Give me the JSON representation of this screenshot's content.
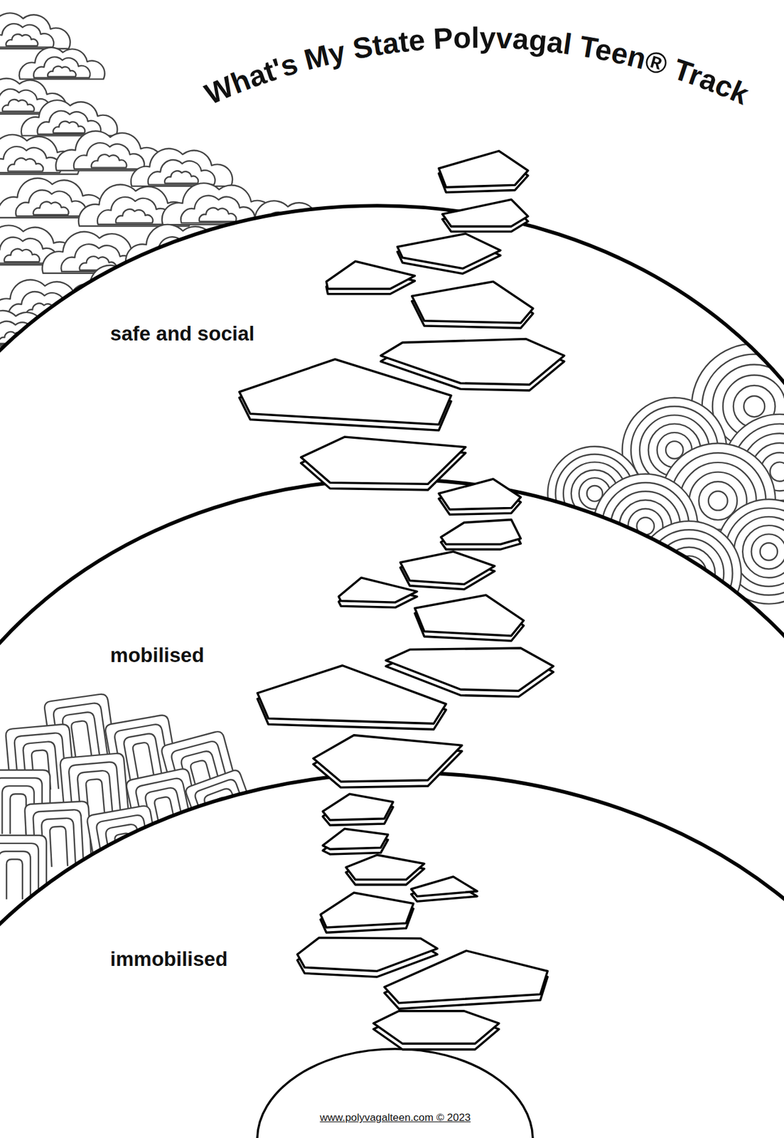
{
  "diagram": {
    "title": "What's My State Polyvagal Teen® Track",
    "nodes": [
      {
        "text": [
          "safe and social"
        ]
      },
      {
        "text": [
          "mobilised"
        ]
      },
      {
        "text": [
          "immobilised"
        ]
      },
      {
        "text": [
          "www.polyvagalteen.com © 2023"
        ]
      }
    ]
  }
}
